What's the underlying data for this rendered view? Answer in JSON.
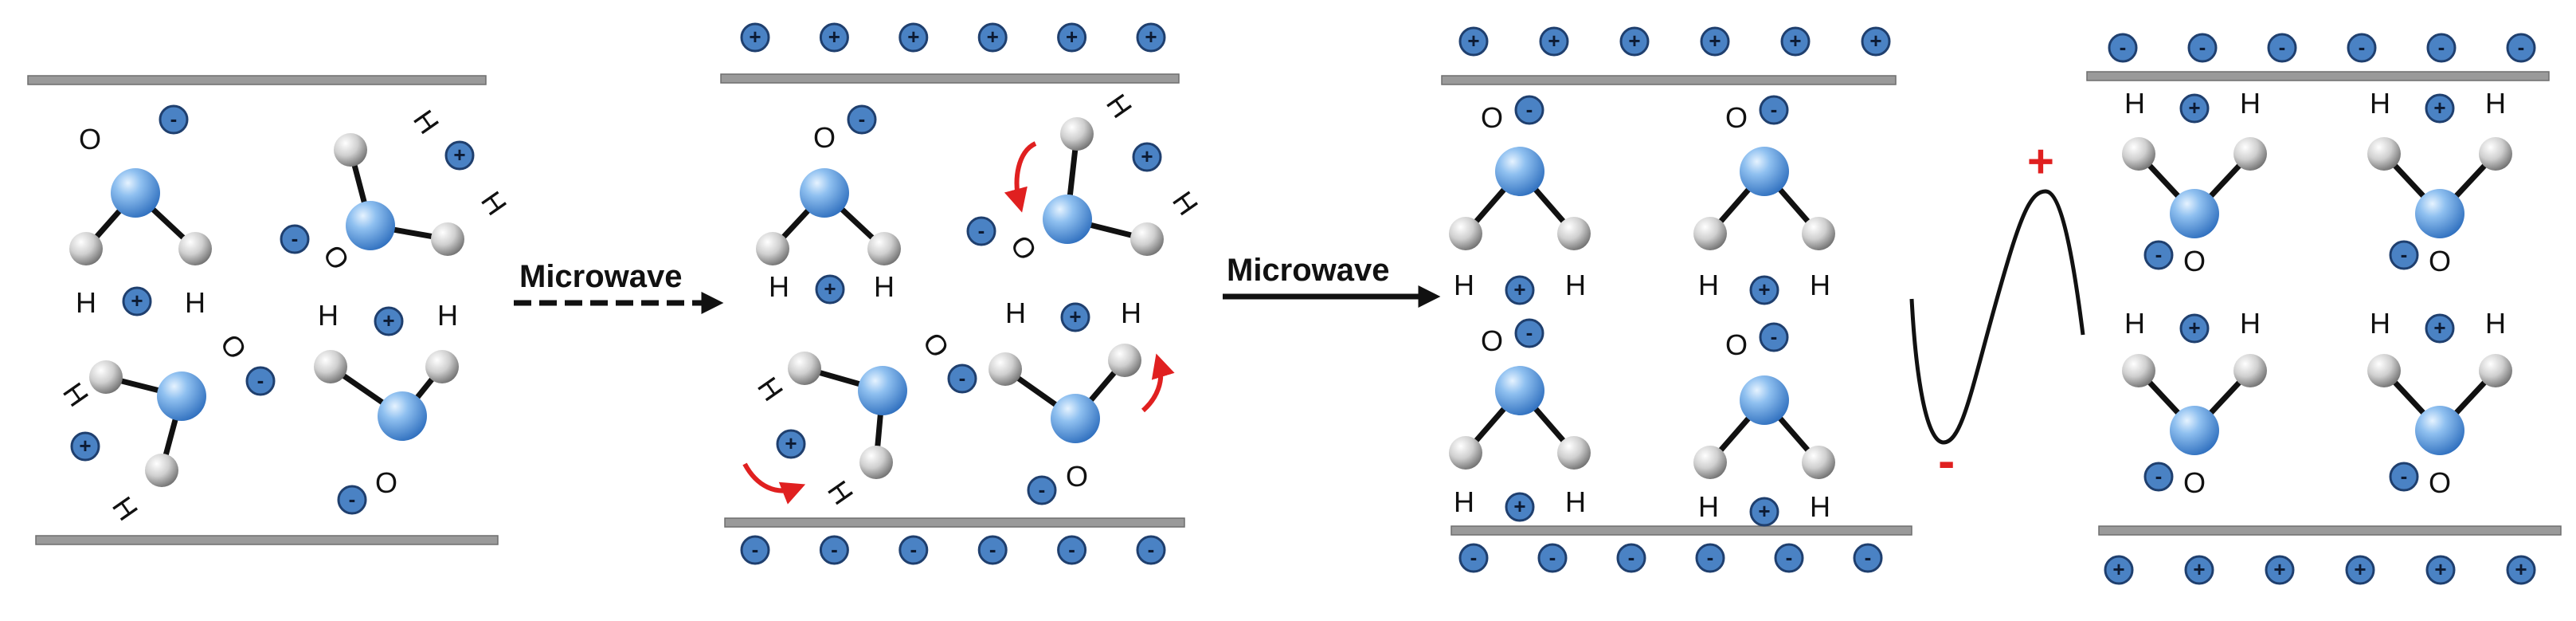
{
  "labels": {
    "microwave_1": "Microwave",
    "microwave_2": "Microwave",
    "plus_sign": "+",
    "minus_sign": "-"
  },
  "atoms": {
    "oxygen": "O",
    "hydrogen": "H"
  },
  "charges": {
    "positive": "+",
    "negative": "-"
  },
  "colors": {
    "plate": "#9a9a9a",
    "plate_edge": "#6e6e6e",
    "oxygen_center": "#bfe0ff",
    "oxygen_edge": "#3b7fd0",
    "hydrogen_center": "#f4f4f4",
    "hydrogen_edge": "#7a7a7a",
    "ion_fill": "#4a82c4",
    "ion_edge": "#1f3f6e",
    "rotation_arrow": "#e02020",
    "wave": "#111111",
    "sign_red": "#e02020"
  },
  "panels": [
    {
      "name": "random-orientation",
      "state": "no field"
    },
    {
      "name": "rotating-dipoles",
      "state": "top +, bottom -"
    },
    {
      "name": "aligned-dipoles",
      "state": "top +, bottom -"
    },
    {
      "name": "reversed-dipoles",
      "state": "top -, bottom +"
    }
  ]
}
